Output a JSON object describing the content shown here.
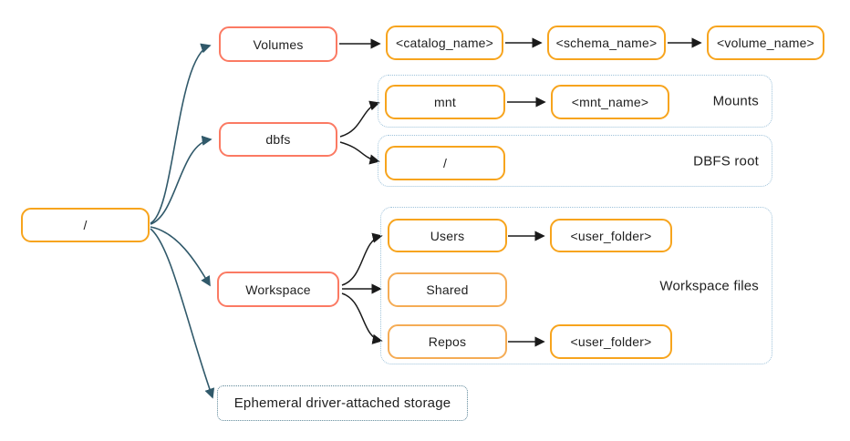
{
  "nodes": {
    "root": "/",
    "volumes": "Volumes",
    "catalog_name": "<catalog_name>",
    "schema_name": "<schema_name>",
    "volume_name": "<volume_name>",
    "dbfs": "dbfs",
    "mnt": "mnt",
    "mnt_name": "<mnt_name>",
    "dbfs_slash": "/",
    "workspace": "Workspace",
    "users": "Users",
    "user_folder_top": "<user_folder>",
    "shared": "Shared",
    "repos": "Repos",
    "user_folder_bottom": "<user_folder>",
    "ephemeral": "Ephemeral driver-attached storage"
  },
  "group_labels": {
    "mounts": "Mounts",
    "dbfs_root": "DBFS root",
    "workspace_files": "Workspace files"
  },
  "colors": {
    "orange": "#F7A41D",
    "orange_light": "#F5AC55",
    "red": "#FB7A63",
    "teal": "#30596A",
    "dotted_blue": "#9EC2DA",
    "dotted_slate": "#5E8799",
    "arrow_black": "#1A1A1A",
    "text": "#1F1F1F",
    "background": "#FFFFFF"
  }
}
